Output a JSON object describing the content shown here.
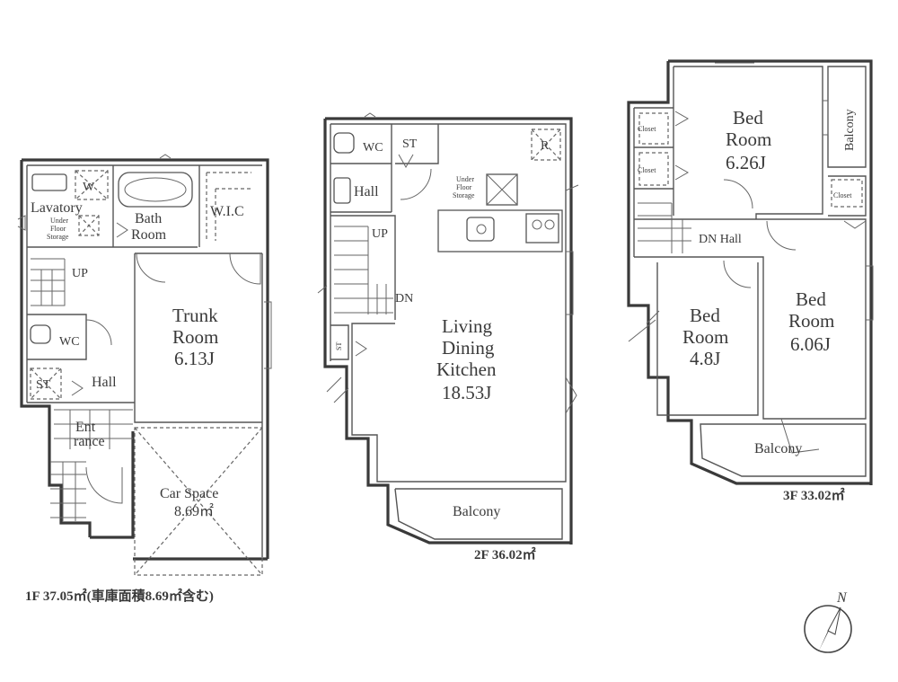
{
  "floors": {
    "f1": {
      "area_label": "1F 37.05㎡(車庫面積8.69㎡含む)",
      "rooms": {
        "lavatory": "Lavatory",
        "w": "W",
        "under_floor_1": "Under",
        "under_floor_2": "Floor",
        "under_floor_3": "Storage",
        "bath_1": "Bath",
        "bath_2": "Room",
        "wic": "W.I.C",
        "up": "UP",
        "wc": "WC",
        "st": "ST",
        "hall": "Hall",
        "trunk_1": "Trunk",
        "trunk_2": "Room",
        "trunk_3": "6.13J",
        "ent_1": "Ent",
        "ent_2": "rance",
        "car_1": "Car Space",
        "car_2": "8.69㎡"
      }
    },
    "f2": {
      "area_label": "2F 36.02㎡",
      "rooms": {
        "wc": "WC",
        "st": "ST",
        "r": "R",
        "hall": "Hall",
        "under_1": "Under",
        "under_2": "Floor",
        "under_3": "Storage",
        "up": "UP",
        "dn": "DN",
        "st2": "ST",
        "ldk_1": "Living",
        "ldk_2": "Dining",
        "ldk_3": "Kitchen",
        "ldk_4": "18.53J",
        "balcony": "Balcony"
      }
    },
    "f3": {
      "area_label": "3F 33.02㎡",
      "rooms": {
        "closet_1": "Closet",
        "closet_2": "Closet",
        "closet_3": "Closet",
        "bed1_1": "Bed",
        "bed1_2": "Room",
        "bed1_3": "6.26J",
        "balcony_side": "Balcony",
        "dn_hall": "DN Hall",
        "bed2_1": "Bed",
        "bed2_2": "Room",
        "bed2_3": "4.8J",
        "bed3_1": "Bed",
        "bed3_2": "Room",
        "bed3_3": "6.06J",
        "balcony": "Balcony"
      }
    }
  },
  "compass": {
    "north": "N"
  }
}
